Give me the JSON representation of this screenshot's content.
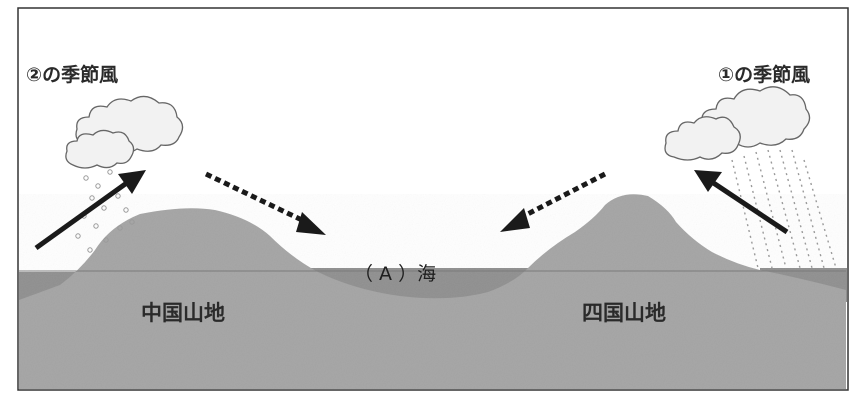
{
  "labels": {
    "season_wind_2": "②の季節風",
    "season_wind_1": "①の季節風",
    "sea": "（ A ）海",
    "chugoku": "中国山地",
    "shikoku": "四国山地"
  },
  "colors": {
    "frame": "#333333",
    "land": "#a7a7a7",
    "sea": "#8f8f8f",
    "cloud_fill": "#f2f2f2",
    "cloud_stroke": "#666666",
    "arrow": "#1a1a1a"
  },
  "icons": {
    "left_cloud": "cloud-icon",
    "right_cloud": "cloud-icon",
    "snow": "snow-icon",
    "rain": "rain-icon"
  }
}
